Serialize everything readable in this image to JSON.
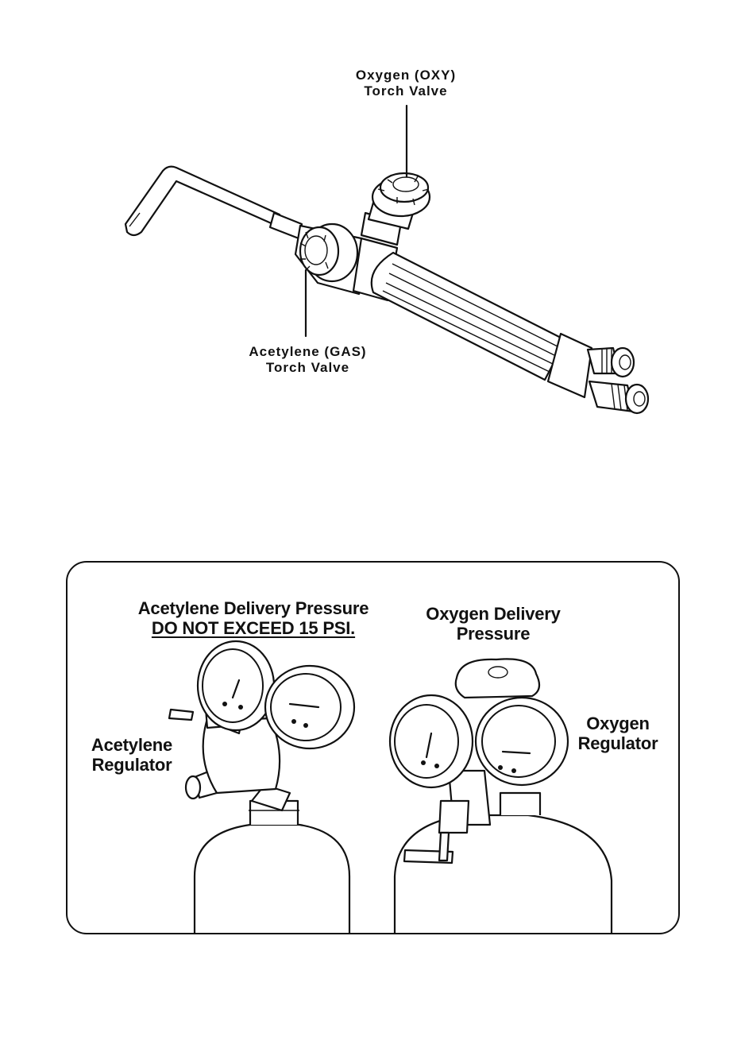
{
  "torch": {
    "oxy_valve_label": [
      "Oxygen (OXY)",
      "Torch Valve"
    ],
    "gas_valve_label": [
      "Acetylene (GAS)",
      "Torch Valve"
    ]
  },
  "regulators": {
    "acetylene_pressure_label": "Acetylene Delivery Pressure",
    "acetylene_warning": "DO NOT EXCEED 15 PSI.",
    "oxygen_pressure_label": [
      "Oxygen Delivery",
      "Pressure"
    ],
    "acetylene_regulator_label": [
      "Acetylene",
      "Regulator"
    ],
    "oxygen_regulator_label": [
      "Oxygen",
      "Regulator"
    ]
  },
  "colors": {
    "ink": "#111111",
    "background": "#ffffff"
  }
}
